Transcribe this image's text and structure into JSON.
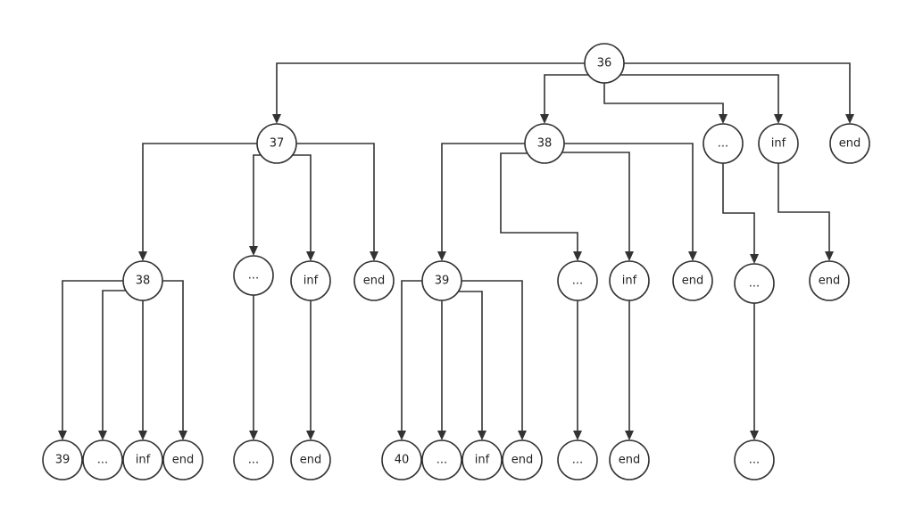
{
  "diagram": {
    "type": "tree",
    "colors": {
      "stroke": "#333333",
      "fill": "#ffffff",
      "text": "#222222"
    },
    "nodes": [
      {
        "id": "n36",
        "label": "36"
      },
      {
        "id": "n37",
        "label": "37"
      },
      {
        "id": "n38a",
        "label": "38"
      },
      {
        "id": "nDotsA",
        "label": "..."
      },
      {
        "id": "nInfA",
        "label": "inf"
      },
      {
        "id": "nEndA",
        "label": "end"
      },
      {
        "id": "n38b",
        "label": "38"
      },
      {
        "id": "nDots37",
        "label": "..."
      },
      {
        "id": "nInf37",
        "label": "inf"
      },
      {
        "id": "nEnd37",
        "label": "end"
      },
      {
        "id": "n39a",
        "label": "39"
      },
      {
        "id": "nDots38a",
        "label": "..."
      },
      {
        "id": "nInf38a",
        "label": "inf"
      },
      {
        "id": "nEnd38a",
        "label": "end"
      },
      {
        "id": "nDotsA2",
        "label": "..."
      },
      {
        "id": "nEndInfA",
        "label": "end"
      },
      {
        "id": "n39b",
        "label": "39"
      },
      {
        "id": "nDots38bL",
        "label": "..."
      },
      {
        "id": "nInf38bL",
        "label": "inf"
      },
      {
        "id": "nEnd38bL",
        "label": "end"
      },
      {
        "id": "nDots37L",
        "label": "..."
      },
      {
        "id": "nEndInf37L",
        "label": "end"
      },
      {
        "id": "n40",
        "label": "40"
      },
      {
        "id": "nDots39bL",
        "label": "..."
      },
      {
        "id": "nInf39bL",
        "label": "inf"
      },
      {
        "id": "nEnd39bL",
        "label": "end"
      },
      {
        "id": "nDots38aL",
        "label": "..."
      },
      {
        "id": "nEndInf38aL",
        "label": "end"
      },
      {
        "id": "nDotsA3",
        "label": "..."
      }
    ],
    "edges": [
      [
        "n36",
        "n37"
      ],
      [
        "n36",
        "n38a"
      ],
      [
        "n36",
        "nDotsA"
      ],
      [
        "n36",
        "nInfA"
      ],
      [
        "n36",
        "nEndA"
      ],
      [
        "n37",
        "n38b"
      ],
      [
        "n37",
        "nDots37"
      ],
      [
        "n37",
        "nInf37"
      ],
      [
        "n37",
        "nEnd37"
      ],
      [
        "n38a",
        "n39a"
      ],
      [
        "n38a",
        "nDots38a"
      ],
      [
        "n38a",
        "nInf38a"
      ],
      [
        "n38a",
        "nEnd38a"
      ],
      [
        "nDotsA",
        "nDotsA2"
      ],
      [
        "nInfA",
        "nEndInfA"
      ],
      [
        "n38b",
        "n39b"
      ],
      [
        "n38b",
        "nDots38bL"
      ],
      [
        "n38b",
        "nInf38bL"
      ],
      [
        "n38b",
        "nEnd38bL"
      ],
      [
        "nDots37",
        "nDots37L"
      ],
      [
        "nInf37",
        "nEndInf37L"
      ],
      [
        "n39a",
        "n40"
      ],
      [
        "n39a",
        "nDots39bL"
      ],
      [
        "n39a",
        "nInf39bL"
      ],
      [
        "n39a",
        "nEnd39bL"
      ],
      [
        "nDots38a",
        "nDots38aL"
      ],
      [
        "nInf38a",
        "nEndInf38aL"
      ],
      [
        "nDotsA2",
        "nDotsA3"
      ]
    ]
  }
}
